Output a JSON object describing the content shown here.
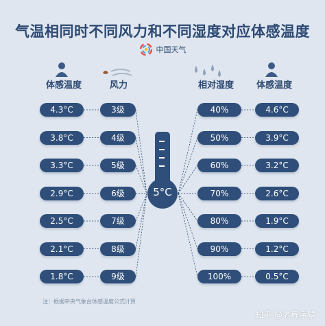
{
  "title": "气温相同时不同风力和不同湿度对应体感温度",
  "brand": {
    "name": "中国天气"
  },
  "headers": {
    "feels_like_left": "体感温度",
    "wind": "风力",
    "humidity": "相对湿度",
    "feels_like_right": "体感温度"
  },
  "left_rows": [
    {
      "feels": "4.3°C",
      "wind": "3级"
    },
    {
      "feels": "3.8°C",
      "wind": "4级"
    },
    {
      "feels": "3.3°C",
      "wind": "5级"
    },
    {
      "feels": "2.9°C",
      "wind": "6级"
    },
    {
      "feels": "2.5°C",
      "wind": "7级"
    },
    {
      "feels": "2.1°C",
      "wind": "8级"
    },
    {
      "feels": "1.8°C",
      "wind": "9级"
    }
  ],
  "right_rows": [
    {
      "humidity": "40%",
      "feels": "4.6°C"
    },
    {
      "humidity": "50%",
      "feels": "3.9°C"
    },
    {
      "humidity": "60%",
      "feels": "3.2°C"
    },
    {
      "humidity": "70%",
      "feels": "2.6°C"
    },
    {
      "humidity": "80%",
      "feels": "1.9°C"
    },
    {
      "humidity": "90%",
      "feels": "1.2°C"
    },
    {
      "humidity": "100%",
      "feels": "0.5°C"
    }
  ],
  "thermometer": {
    "temp": "5°C"
  },
  "footnote": "注：根据中央气象台体感温度公式计算",
  "watermark": "知乎 @老程序猿",
  "colors": {
    "background": "#dfe6ef",
    "pill": "#2f4f7a",
    "title": "#2e4a73",
    "lines": "#2e4a73"
  }
}
